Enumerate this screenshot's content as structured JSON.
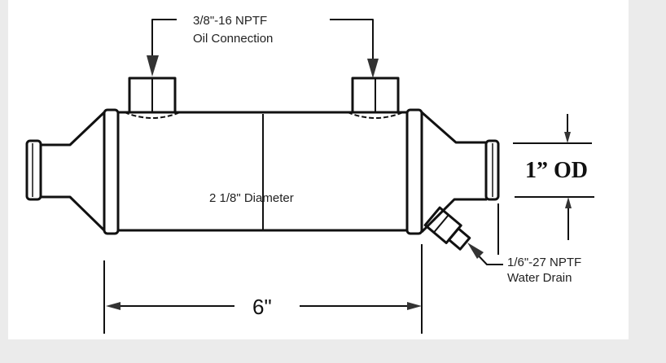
{
  "labels": {
    "oil_connection_line1": "3/8\"-16 NPTF",
    "oil_connection_line2": "Oil Connection",
    "diameter": "2 1/8\" Diameter",
    "outer_diameter": "1” OD",
    "water_drain_line1": "1/6\"-27 NPTF",
    "water_drain_line2": "Water Drain",
    "length": "6\""
  },
  "colors": {
    "line": "#111111",
    "background": "#ebebeb",
    "sheet": "#ffffff"
  }
}
